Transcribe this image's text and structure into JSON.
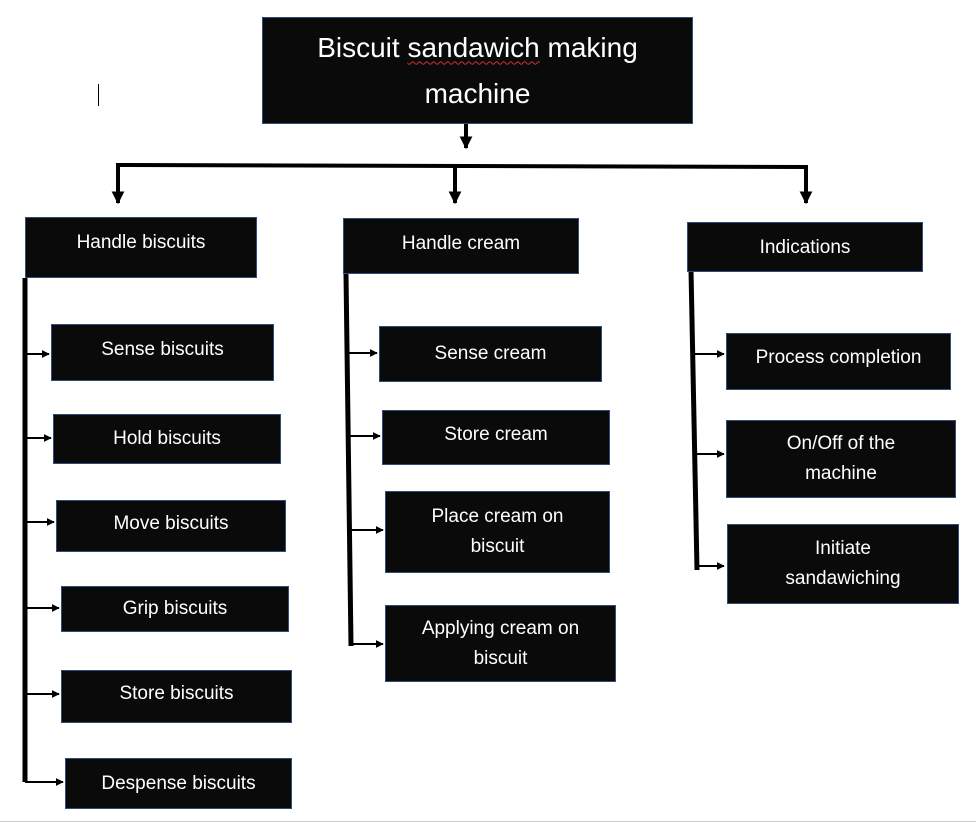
{
  "root": {
    "line1_prefix": "Biscuit ",
    "line1_word": "sandawich",
    "line1_suffix": " making",
    "line2": "machine"
  },
  "categories": [
    {
      "label": "Handle biscuits",
      "items": [
        "Sense biscuits",
        "Hold biscuits",
        "Move biscuits",
        "Grip biscuits",
        "Store biscuits",
        "Despense biscuits"
      ]
    },
    {
      "label": "Handle cream",
      "items": [
        "Sense cream",
        "Store cream",
        "Place cream on biscuit",
        "Applying cream on biscuit"
      ]
    },
    {
      "label": "Indications",
      "items": [
        "Process completion",
        "On/Off of the machine",
        "Initiate sandawiching"
      ]
    }
  ],
  "colors": {
    "box_fill": "#0a0a0a",
    "box_border": "#2f4d7a",
    "text": "#ffffff",
    "connector": "#000000",
    "spellcheck": "#d32f2f"
  }
}
